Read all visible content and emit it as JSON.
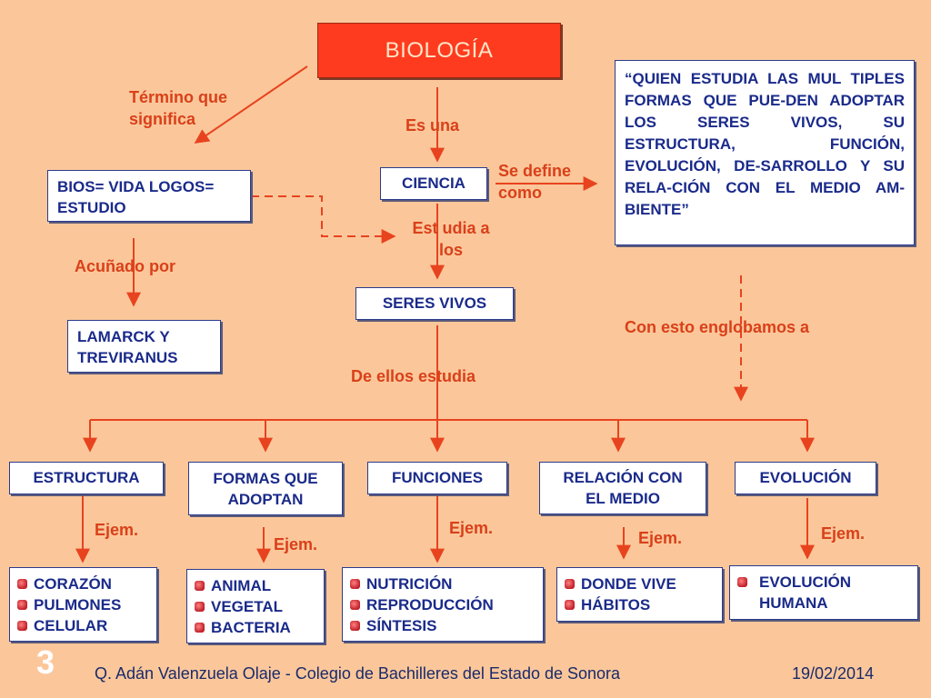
{
  "title": "BIOLOGÍA",
  "labels": {
    "termino": "Término que significa",
    "es_una": "Es  una",
    "se_define": "Se define como",
    "estudia": "Est udia a  los",
    "acunado": "Acuñado por",
    "englobamos": "Con esto englobamos a",
    "de_ellos": "De ellos  estudia",
    "ejem": "Ejem."
  },
  "boxes": {
    "bios": "BIOS= VIDA LOGOS= ESTUDIO",
    "ciencia": "CIENCIA",
    "seres_vivos": "SERES VIVOS",
    "lamarck": "LAMARCK Y TREVIRANUS",
    "quote": "“QUIEN ESTUDIA  LAS MUL TIPLES FORMAS QUE PUE-DEN ADOPTAR  LOS SERES VIVOS, SU ESTRUCTURA, FUNCIÓN, EVOLUCIÓN, DE-SARROLLO Y SU RELA-CIÓN CON EL MEDIO AM-BIENTE”"
  },
  "categories": [
    {
      "label": "ESTRUCTURA",
      "examples": [
        "CORAZÓN",
        "PULMONES",
        "CELULAR"
      ]
    },
    {
      "label": "FORMAS QUE ADOPTAN",
      "examples": [
        "ANIMAL",
        "VEGETAL",
        "BACTERIA"
      ]
    },
    {
      "label": "FUNCIONES",
      "examples": [
        "NUTRICIÓN",
        "REPRODUCCIÓN",
        "SÍNTESIS"
      ]
    },
    {
      "label": "RELACIÓN CON EL MEDIO",
      "examples": [
        "DONDE VIVE",
        "HÁBITOS"
      ]
    },
    {
      "label": "EVOLUCIÓN",
      "examples": [
        "EVOLUCIÓN HUMANA"
      ]
    }
  ],
  "footer": {
    "slide_number": "3",
    "author": "Q. Adán Valenzuela Olaje - Colegio de Bachilleres del Estado de Sonora",
    "date": "19/02/2014"
  },
  "colors": {
    "background": "#fbc79a",
    "accent": "#ff3b1f",
    "text": "#1a2a8a",
    "label": "#d9401a"
  }
}
